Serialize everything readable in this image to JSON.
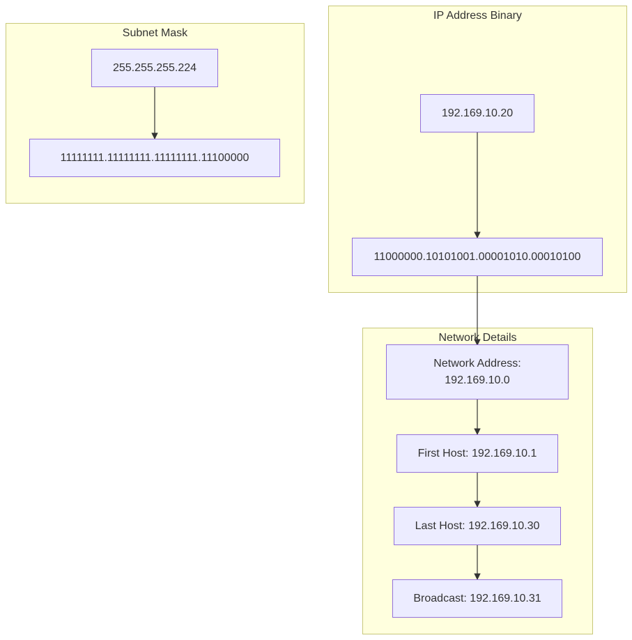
{
  "clusters": {
    "subnet_mask": {
      "title": "Subnet Mask"
    },
    "ip_binary": {
      "title": "IP Address Binary"
    },
    "network_details": {
      "title": "Network Details"
    }
  },
  "nodes": {
    "mask_decimal": "255.255.255.224",
    "mask_binary": "11111111.11111111.11111111.11100000",
    "ip_decimal": "192.169.10.20",
    "ip_binary": "11000000.10101001.00001010.00010100",
    "network_address_line1": "Network Address:",
    "network_address_line2": "192.169.10.0",
    "first_host": "First Host: 192.169.10.1",
    "last_host": "Last Host: 192.169.10.30",
    "broadcast": "Broadcast: 192.169.10.31"
  },
  "edges": [
    {
      "from": "mask_decimal",
      "to": "mask_binary"
    },
    {
      "from": "ip_decimal",
      "to": "ip_binary"
    },
    {
      "from": "ip_binary",
      "to": "network_address"
    },
    {
      "from": "network_address",
      "to": "first_host"
    },
    {
      "from": "first_host",
      "to": "last_host"
    },
    {
      "from": "last_host",
      "to": "broadcast"
    }
  ],
  "colors": {
    "cluster_fill": "#ffffde",
    "cluster_border": "#c8c87a",
    "node_fill": "#ececff",
    "node_border": "#9370db",
    "edge": "#333333",
    "text": "#333333"
  }
}
